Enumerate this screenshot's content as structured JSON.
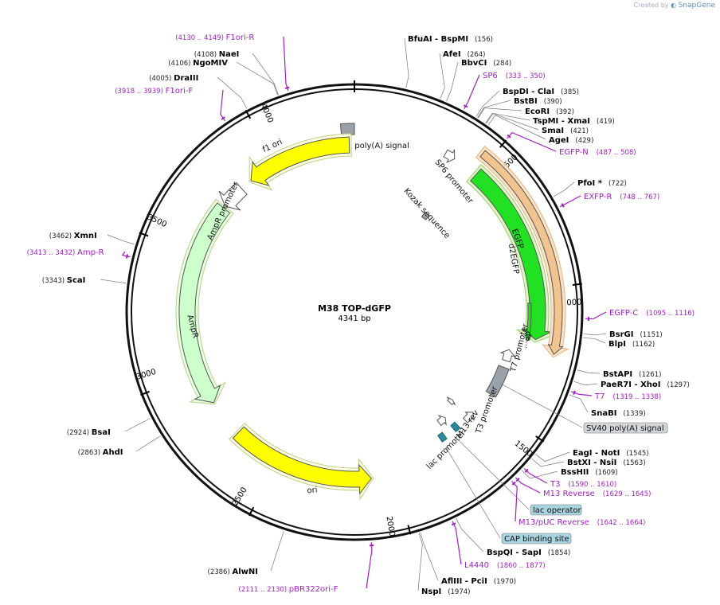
{
  "credit": {
    "prefix": "Created by",
    "brand": "SnapGene"
  },
  "plasmid": {
    "name": "M38 TOP-dGFP",
    "length_label": "4341 bp",
    "length": 4341
  },
  "scale_ticks": [
    "500",
    "1000",
    "1500",
    "2000",
    "2500",
    "3000",
    "3500",
    "4000"
  ],
  "features": [
    {
      "label": "SV40 poly(A) signal",
      "type": "polyA",
      "color": "#9aa1a8"
    },
    {
      "label": "SP6 promoter",
      "type": "promoter",
      "color": "#ffffff"
    },
    {
      "label": "Kozak sequence",
      "type": "misc",
      "color": "#9aa1a8"
    },
    {
      "label": "EGFP",
      "type": "cds",
      "color": "#22e022"
    },
    {
      "label": "d2EGFP",
      "type": "cds",
      "color": "#f2c490"
    },
    {
      "label": "de...",
      "type": "cds",
      "color": "#22e022"
    },
    {
      "label": "T7 promoter",
      "type": "promoter",
      "color": "#ffffff"
    },
    {
      "label": "SV40 poly(A) signal",
      "type": "polyA",
      "color": "#9aa1a8"
    },
    {
      "label": "M13 rev",
      "type": "primer",
      "color": "#ffffff"
    },
    {
      "label": "T3 promoter",
      "type": "promoter",
      "color": "#ffffff"
    },
    {
      "label": "lac promoter",
      "type": "promoter",
      "color": "#ffffff"
    },
    {
      "label": "ori",
      "type": "rep_origin",
      "color": "#ffff00"
    },
    {
      "label": "AmpR",
      "type": "cds",
      "color": "#ccffcc"
    },
    {
      "label": "AmpR promoter",
      "type": "promoter",
      "color": "#ffffff"
    },
    {
      "label": "f1 ori",
      "type": "rep_origin",
      "color": "#ffff00"
    }
  ],
  "enzymes": [
    {
      "name": "BfuAI",
      "name2": "BspMI",
      "pos": "(156)"
    },
    {
      "name": "AfeI",
      "pos": "(264)"
    },
    {
      "name": "BbvCI",
      "pos": "(284)"
    },
    {
      "name": "BspDI",
      "name2": "ClaI",
      "pos": "(385)"
    },
    {
      "name": "BstBI",
      "pos": "(390)"
    },
    {
      "name": "EcoRI",
      "pos": "(392)"
    },
    {
      "name": "TspMI",
      "name2": "XmaI",
      "pos": "(419)"
    },
    {
      "name": "SmaI",
      "pos": "(421)"
    },
    {
      "name": "AgeI",
      "pos": "(429)"
    },
    {
      "name": "PfoI *",
      "pos": "(722)"
    },
    {
      "name": "BsrGI",
      "pos": "(1151)"
    },
    {
      "name": "BlpI",
      "pos": "(1162)"
    },
    {
      "name": "BstAPI",
      "pos": "(1261)"
    },
    {
      "name": "PaeR7I",
      "name2": "XhoI",
      "pos": "(1297)"
    },
    {
      "name": "SnaBI",
      "pos": "(1339)"
    },
    {
      "name": "EagI",
      "name2": "NotI",
      "pos": "(1545)"
    },
    {
      "name": "BstXI",
      "name2": "NsiI",
      "pos": "(1563)"
    },
    {
      "name": "BssHII",
      "pos": "(1609)"
    },
    {
      "name": "BspQI",
      "name2": "SapI",
      "pos": "(1854)"
    },
    {
      "name": "AflIII",
      "name2": "PciI",
      "pos": "(1970)"
    },
    {
      "name": "NspI",
      "pos": "(1974)"
    },
    {
      "name": "AlwNI",
      "pos": "(2386)"
    },
    {
      "name": "AhdI",
      "pos": "(2863)"
    },
    {
      "name": "BsaI",
      "pos": "(2924)"
    },
    {
      "name": "ScaI",
      "pos": "(3343)"
    },
    {
      "name": "XmnI",
      "pos": "(3462)"
    },
    {
      "name": "DraIII",
      "pos": "(4005)"
    },
    {
      "name": "NgoMIV",
      "pos": "(4106)"
    },
    {
      "name": "NaeI",
      "pos": "(4108)"
    }
  ],
  "primers": [
    {
      "name": "F1ori-R",
      "range": "(4130 .. 4149)"
    },
    {
      "name": "F1ori-F",
      "range": "(3918 .. 3939)"
    },
    {
      "name": "SP6",
      "range": "(333 .. 350)"
    },
    {
      "name": "EGFP-N",
      "range": "(487 .. 508)"
    },
    {
      "name": "EXFP-R",
      "range": "(748 .. 767)"
    },
    {
      "name": "EGFP-C",
      "range": "(1095 .. 1116)"
    },
    {
      "name": "T7",
      "range": "(1319 .. 1338)"
    },
    {
      "name": "T3",
      "range": "(1590 .. 1610)"
    },
    {
      "name": "M13 Reverse",
      "range": "(1629 .. 1645)"
    },
    {
      "name": "M13/pUC Reverse",
      "range": "(1642 .. 1664)"
    },
    {
      "name": "L4440",
      "range": "(1860 .. 1877)"
    },
    {
      "name": "pBR322ori-F",
      "range": "(2111 .. 2130)"
    },
    {
      "name": "Amp-R",
      "range": "(3413 .. 3432)"
    }
  ],
  "boxed_labels": [
    {
      "text": "SV40 poly(A) signal",
      "color": "#d4d7da"
    },
    {
      "text": "lac operator",
      "color": "#a8d4e0"
    },
    {
      "text": "CAP binding site",
      "color": "#a8d4e0"
    }
  ]
}
